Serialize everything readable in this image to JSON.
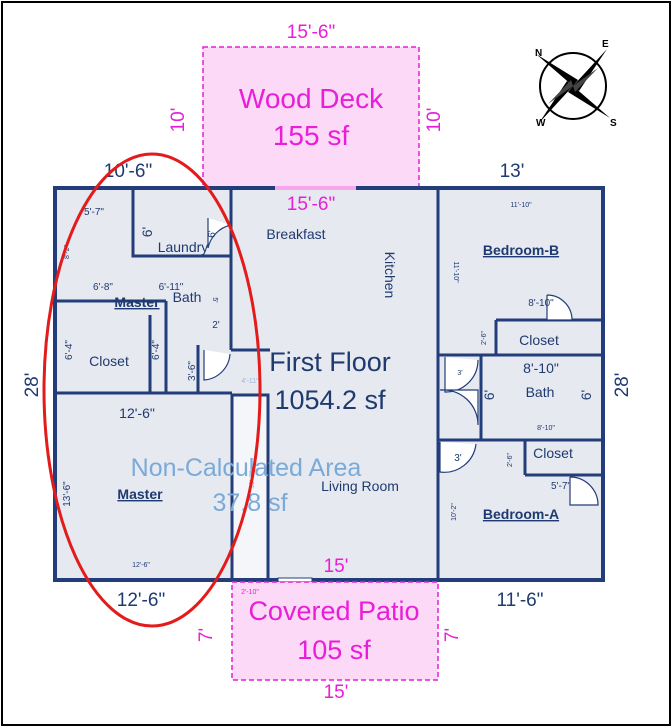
{
  "deck": {
    "name": "Wood Deck",
    "area": "155 sf",
    "width": "15'-6\"",
    "depth_left": "10'",
    "depth_right": "10'",
    "opening": "15'-6\""
  },
  "patio": {
    "name": "Covered Patio",
    "area": "105 sf",
    "width": "15'",
    "depth_left": "7'",
    "depth_right": "7'",
    "bottom": "15'"
  },
  "floor": {
    "name": "First Floor",
    "area": "1054.2 sf"
  },
  "noncalc": {
    "name": "Non-Calculated Area",
    "area": "37.8 sf",
    "side_dim": "2'-10\"",
    "strip_dim": "13'-6\""
  },
  "outer": {
    "top_left": "10'-6\"",
    "top_right": "13'",
    "left": "28'",
    "right": "28'",
    "bottom_left": "12'-6\"",
    "bottom_right": "11'-6\""
  },
  "rooms": {
    "laundry": "Laundry",
    "breakfast": "Breakfast",
    "kitchen": "Kitchen",
    "bedroom_b": "Bedroom-B",
    "master_bath_label": "Master",
    "bath": "Bath",
    "closet_left": "Closet",
    "closet_b": "Closet",
    "bath_right": "Bath",
    "closet_a": "Closet",
    "master": "Master",
    "living": "Living Room",
    "bedroom_a": "Bedroom-A"
  },
  "dims": {
    "d_5_7_top": "5'-7\"",
    "d_6_laundry": "6'",
    "d_6_laundry_door": "6'",
    "d_8_2": "8'-2\"",
    "d_6_8": "6'-8\"",
    "d_6_11": "6'-11\"",
    "d_5_bath": "5'",
    "d_2_bath": "2'",
    "d_6_4_left": "6'-4\"",
    "d_6_4_right": "6'-4\"",
    "d_3_6_left": "3'-6\"",
    "d_4_11": "4'-11\"",
    "d_12_6_mid": "12'-6\"",
    "d_13_6": "13'-6\"",
    "d_12_6_small": "12'-6\"",
    "d_11_10_top": "11'-10\"",
    "d_11_10_side": "11'-10\"",
    "d_8_10_top": "8'-10\"",
    "d_2_6_b": "2'-6\"",
    "d_8_10_bath": "8'-10\"",
    "d_3_b": "3'",
    "d_6_bath_left": "6'",
    "d_6_bath_right": "6'",
    "d_8_10_small": "8'-10\"",
    "d_3_a": "3'",
    "d_2_6_a": "2'-6\"",
    "d_5_7_a": "5'-7\"",
    "d_10_2": "10'-2\""
  },
  "compass": {
    "n": "N",
    "e": "E",
    "s": "S",
    "w": "W"
  },
  "colors": {
    "wall": "#233d7a",
    "magenta": "#e81ed8",
    "pink_fill": "#fcd9f7",
    "floor_fill": "#e6e9ef",
    "highlight": "#e31b1b",
    "noncalc_text": "#7aaad8"
  }
}
